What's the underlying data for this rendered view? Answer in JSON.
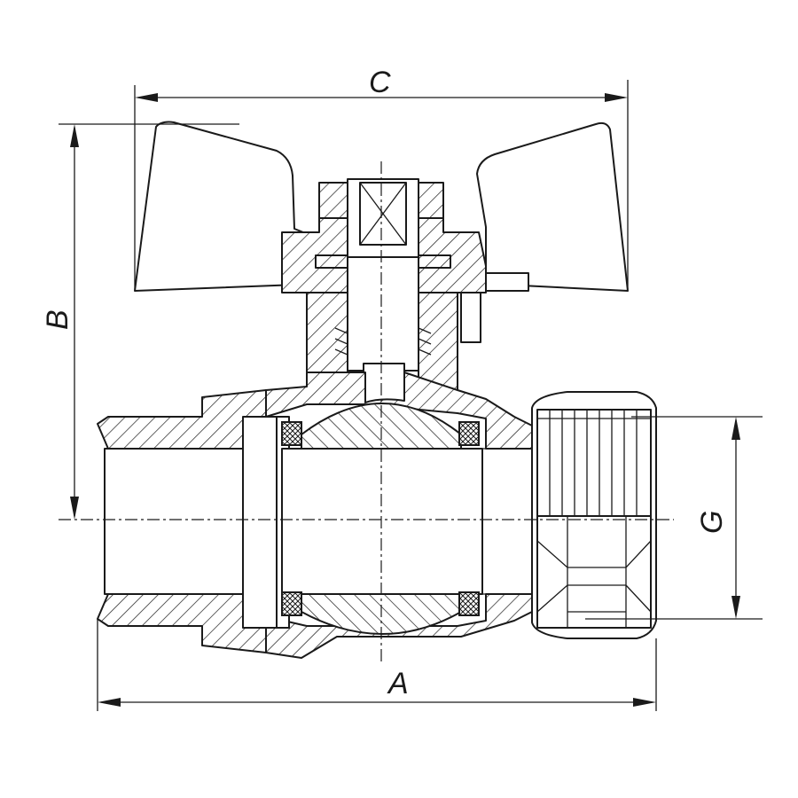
{
  "dimensions": {
    "length": "A",
    "height": "B",
    "handle_width": "C",
    "thread": "G"
  }
}
